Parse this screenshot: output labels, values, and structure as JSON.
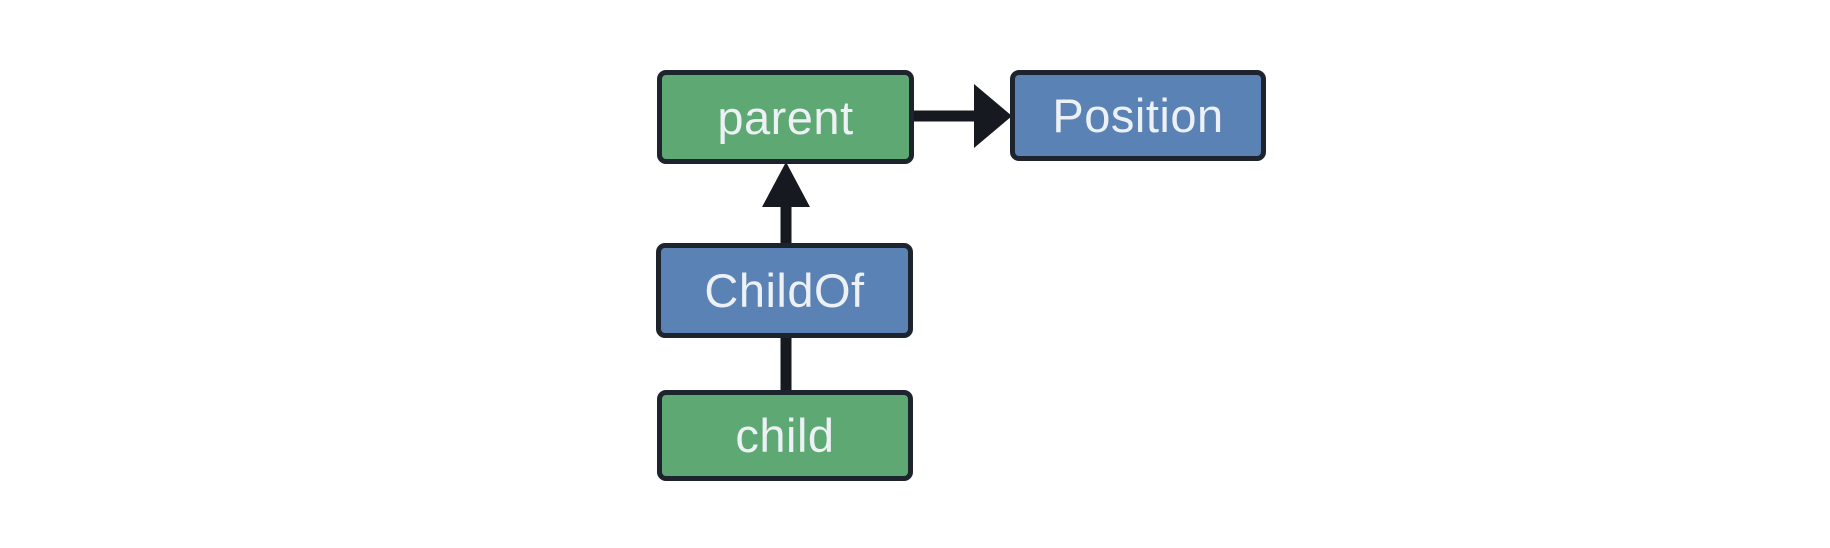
{
  "diagram": {
    "background": "#ffffff",
    "colors": {
      "green_fill": "#5ea873",
      "blue_fill": "#5a82b4",
      "border": "#1e242e",
      "arrow": "#16191f",
      "text": "#edf1f5"
    },
    "nodes": [
      {
        "id": "parent",
        "label": "parent",
        "color": "green"
      },
      {
        "id": "position",
        "label": "Position",
        "color": "blue"
      },
      {
        "id": "childof",
        "label": "ChildOf",
        "color": "blue"
      },
      {
        "id": "child",
        "label": "child",
        "color": "green"
      }
    ],
    "edges": [
      {
        "from": "parent",
        "to": "Position",
        "type": "arrow"
      },
      {
        "from": "ChildOf",
        "to": "parent",
        "type": "arrow"
      },
      {
        "from": "child",
        "to": "ChildOf",
        "type": "line"
      }
    ]
  }
}
